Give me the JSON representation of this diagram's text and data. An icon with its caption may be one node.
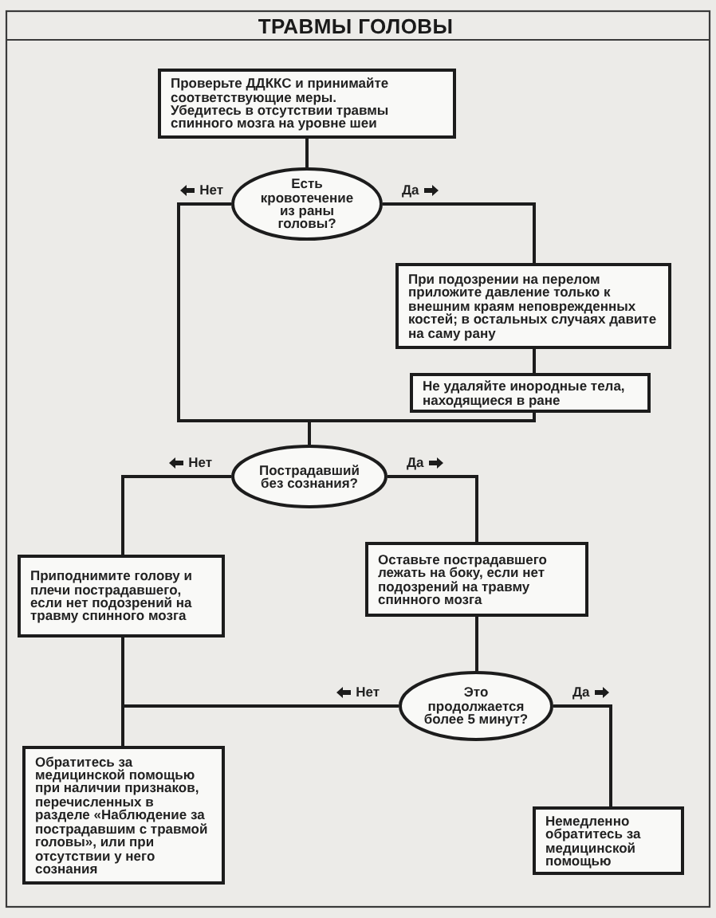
{
  "diagram": {
    "title": "ТРАВМЫ ГОЛОВЫ",
    "nodes": [
      {
        "text": [
          "Проверьте ДДККС и принимайте соответствующие меры.",
          "Убедитесь в отсутствии травмы спинного мозга на уровне шеи"
        ]
      },
      {
        "text": [
          "Есть кровотечение из раны головы?"
        ]
      },
      {
        "text": [
          "При подозрении на перелом приложите давление только к внешним краям неповрежденных костей; в остальных случаях давите на саму рану"
        ]
      },
      {
        "text": [
          "Не удаляйте инородные тела, находящиеся в ране"
        ]
      },
      {
        "text": [
          "Пострадавший без сознания?"
        ]
      },
      {
        "text": [
          "Приподнимите голову и плечи пострадавшего, если нет подозрений на травму спинного мозга"
        ]
      },
      {
        "text": [
          "Оставьте пострадавшего лежать на боку, если нет подозрений на травму спинного мозга"
        ]
      },
      {
        "text": [
          "Это продолжается более 5 минут?"
        ]
      },
      {
        "text": [
          "Обратитесь за медицинской помощью при наличии признаков, перечисленных в разделе «Наблюдение за пострадавшим с травмой головы», или при отсутствии у него сознания"
        ]
      },
      {
        "text": [
          "Немедленно обратитесь за медицинской помощью"
        ]
      }
    ],
    "edges": [
      {
        "from": 0,
        "to": 1,
        "arrow": "none"
      },
      {
        "from": 1,
        "to": 2,
        "arrow": "none",
        "label": "Да"
      },
      {
        "from": 2,
        "to": 3,
        "arrow": "none"
      },
      {
        "from": 1,
        "to": 4,
        "arrow": "none",
        "label": "Нет"
      },
      {
        "from": 3,
        "to": 4,
        "arrow": "none"
      },
      {
        "from": 4,
        "to": 5,
        "arrow": "none",
        "label": "Нет"
      },
      {
        "from": 4,
        "to": 6,
        "arrow": "none",
        "label": "Да"
      },
      {
        "from": 6,
        "to": 7,
        "arrow": "none"
      },
      {
        "from": 7,
        "to": 8,
        "arrow": "none",
        "label": "Нет"
      },
      {
        "from": 5,
        "to": 8,
        "arrow": "none"
      },
      {
        "from": 7,
        "to": 9,
        "arrow": "none",
        "label": "Да"
      }
    ]
  }
}
